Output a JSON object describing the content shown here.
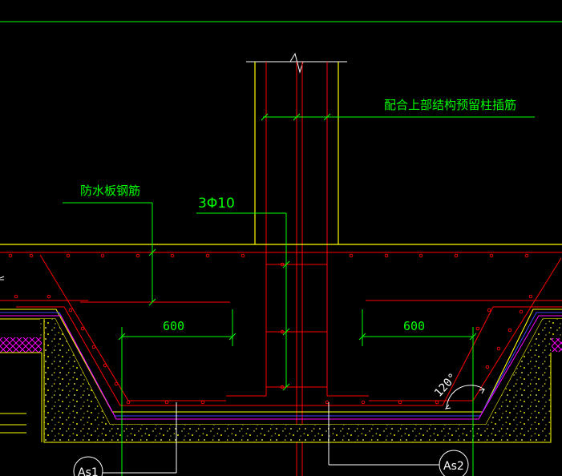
{
  "labels": {
    "column_dowel_note": "配合上部结构预留柱插筋",
    "waterproof_slab_rebar": "防水板钢筋",
    "stirrup_spec": "3Φ10",
    "dim_left": "600",
    "dim_right": "600",
    "angle": "120°",
    "rebar_as1": "As1",
    "rebar_as2": "As2"
  },
  "colors": {
    "background": "#000000",
    "yellow": "#ffff00",
    "red": "#ff0000",
    "green": "#00ff00",
    "white": "#ffffff",
    "magenta": "#ff00ff",
    "blue": "#4040ff"
  }
}
